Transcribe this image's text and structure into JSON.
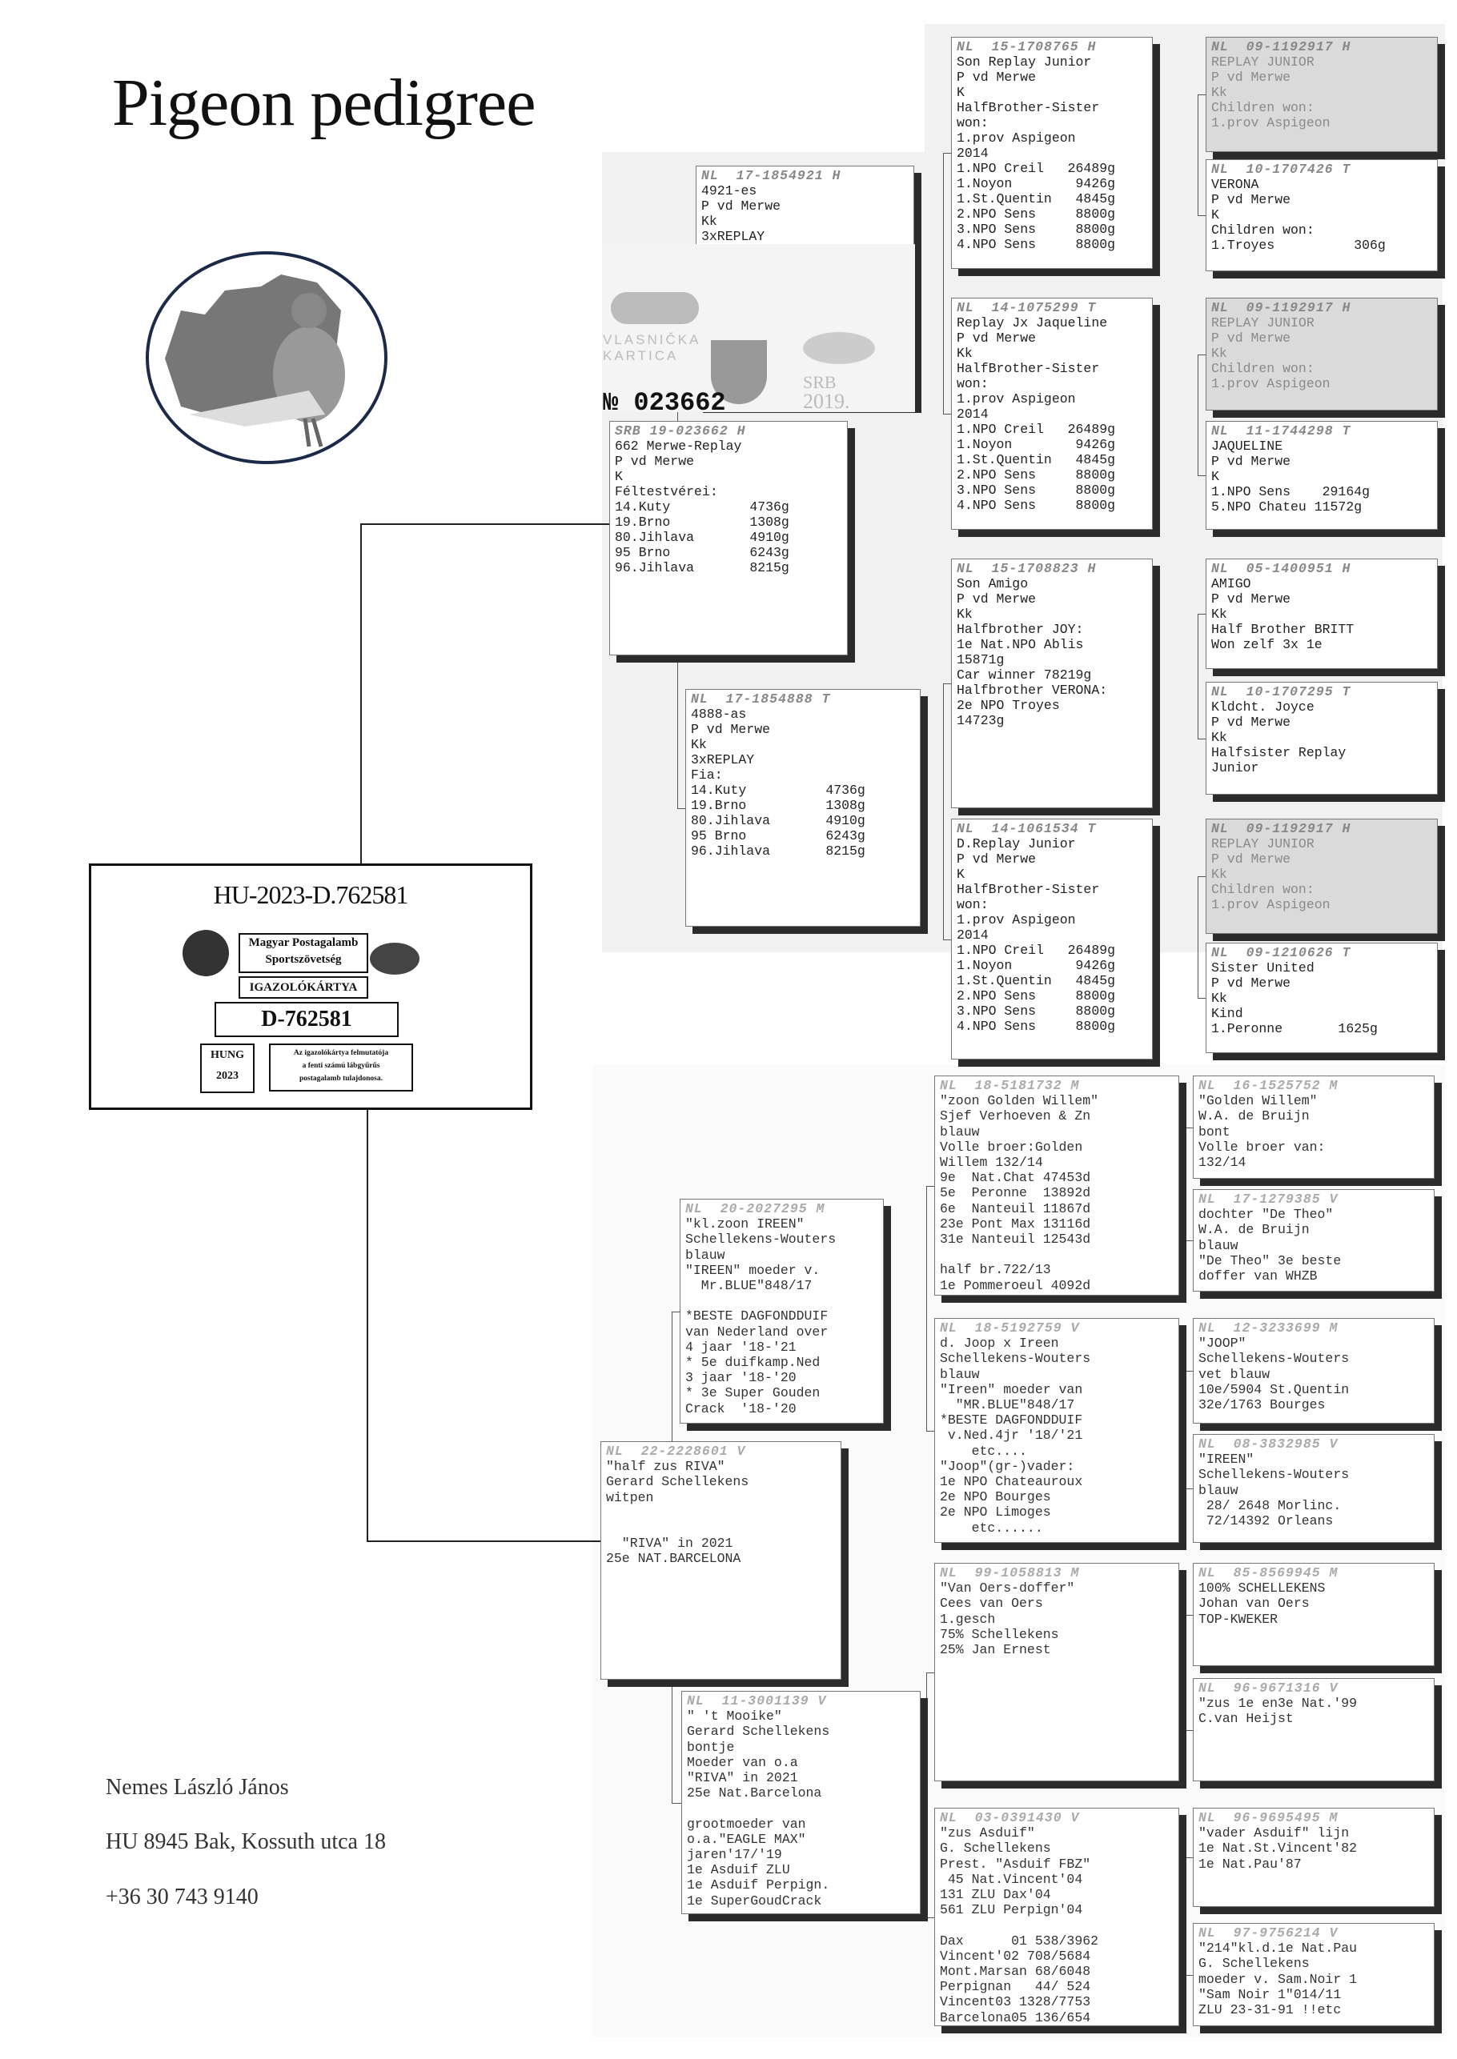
{
  "title": "Pigeon pedigree",
  "logo_icon": "pigeon-on-map-logo",
  "main_pigeon": {
    "ring": "HU-2023-D.762581",
    "card": {
      "org_line1": "Magyar Postagalamb",
      "org_line2": "Sportszövetség",
      "card_type": "IGAZOLÓKÁRTYA",
      "number": "D-762581",
      "country": "HUNG",
      "year": "2023",
      "note_line1": "Az igazolókártya felmutatója",
      "note_line2": "a fenti számú lábgyűrűs",
      "note_line3": "postagalamb tulajdonosa."
    }
  },
  "sire_card": {
    "number": "№ 023662",
    "country": "SRB",
    "year": "2019.",
    "label": "VLASNIČKA KARTICA"
  },
  "owner": {
    "name": "Nemes László János",
    "address": "HU 8945 Bak, Kossuth utca 18",
    "phone": "+36 30 743 9140"
  },
  "boxes": [
    {
      "id": "sire",
      "header": "SRB 19-023662 H",
      "lines": [
        "662 Merwe-Replay",
        "P vd Merwe",
        "K",
        "Féltestvérei:",
        "14.Kuty          4736g",
        "19.Brno          1308g",
        "80.Jihlava       4910g",
        "95 Brno          6243g",
        "96.Jihlava       8215g"
      ]
    },
    {
      "id": "ss",
      "header": "NL  17-1854921 H",
      "lines": [
        "4921-es",
        "P vd Merwe",
        "Kk",
        "3xREPLAY"
      ]
    },
    {
      "id": "sd",
      "header": "NL  17-1854888 T",
      "lines": [
        "4888-as",
        "P vd Merwe",
        "Kk",
        "3xREPLAY",
        "Fia:",
        "14.Kuty          4736g",
        "19.Brno          1308g",
        "80.Jihlava       4910g",
        "95 Brno          6243g",
        "96.Jihlava       8215g"
      ]
    },
    {
      "id": "sss",
      "header": "NL  15-1708765 H",
      "lines": [
        "Son Replay Junior",
        "P vd Merwe",
        "K",
        "HalfBrother-Sister",
        "won:",
        "1.prov Aspigeon",
        "2014",
        "1.NPO Creil   26489g",
        "1.Noyon        9426g",
        "1.St.Quentin   4845g",
        "2.NPO Sens     8800g",
        "3.NPO Sens     8800g",
        "4.NPO Sens     8800g"
      ]
    },
    {
      "id": "ssd",
      "header": "NL  14-1075299 T",
      "lines": [
        "Replay Jx Jaqueline",
        "P vd Merwe",
        "Kk",
        "HalfBrother-Sister",
        "won:",
        "1.prov Aspigeon",
        "2014",
        "1.NPO Creil   26489g",
        "1.Noyon        9426g",
        "1.St.Quentin   4845g",
        "2.NPO Sens     8800g",
        "3.NPO Sens     8800g",
        "4.NPO Sens     8800g"
      ]
    },
    {
      "id": "sds",
      "header": "NL  15-1708823 H",
      "lines": [
        "Son Amigo",
        "P vd Merwe",
        "Kk",
        "Halfbrother JOY:",
        "1e Nat.NPO Ablis",
        "15871g",
        "Car winner 78219g",
        "Halfbrother VERONA:",
        "2e NPO Troyes",
        "14723g"
      ]
    },
    {
      "id": "sdd",
      "header": "NL  14-1061534 T",
      "lines": [
        "D.Replay Junior",
        "P vd Merwe",
        "K",
        "HalfBrother-Sister",
        "won:",
        "1.prov Aspigeon",
        "2014",
        "1.NPO Creil   26489g",
        "1.Noyon        9426g",
        "1.St.Quentin   4845g",
        "2.NPO Sens     8800g",
        "3.NPO Sens     8800g",
        "4.NPO Sens     8800g"
      ]
    },
    {
      "id": "ssss",
      "grey": true,
      "header": "NL  09-1192917 H",
      "lines": [
        "REPLAY JUNIOR",
        "P vd Merwe",
        "Kk",
        "Children won:",
        "1.prov Aspigeon"
      ]
    },
    {
      "id": "sssd",
      "header": "NL  10-1707426 T",
      "lines": [
        "VERONA",
        "P vd Merwe",
        "K",
        "Children won:",
        "1.Troyes          306g"
      ]
    },
    {
      "id": "ssds",
      "grey": true,
      "header": "NL  09-1192917 H",
      "lines": [
        "REPLAY JUNIOR",
        "P vd Merwe",
        "Kk",
        "Children won:",
        "1.prov Aspigeon"
      ]
    },
    {
      "id": "ssdd",
      "header": "NL  11-1744298 T",
      "lines": [
        "JAQUELINE",
        "P vd Merwe",
        "K",
        "1.NPO Sens    29164g",
        "5.NPO Chateu 11572g"
      ]
    },
    {
      "id": "sdss",
      "header": "NL  05-1400951 H",
      "lines": [
        "AMIGO",
        "P vd Merwe",
        "Kk",
        "Half Brother BRITT",
        "Won zelf 3x 1e"
      ]
    },
    {
      "id": "sdsd",
      "header": "NL  10-1707295 T",
      "lines": [
        "Kldcht. Joyce",
        "P vd Merwe",
        "Kk",
        "Halfsister Replay",
        "Junior"
      ]
    },
    {
      "id": "sdds",
      "grey": true,
      "header": "NL  09-1192917 H",
      "lines": [
        "REPLAY JUNIOR",
        "P vd Merwe",
        "Kk",
        "Children won:",
        "1.prov Aspigeon"
      ]
    },
    {
      "id": "sddd",
      "header": "NL  09-1210626 T",
      "lines": [
        "Sister United",
        "P vd Merwe",
        "Kk",
        "Kind",
        "1.Peronne       1625g"
      ]
    },
    {
      "id": "dam",
      "bot": true,
      "header": "NL  22-2228601 V",
      "lines": [
        "\"half zus RIVA\"",
        "Gerard Schellekens",
        "witpen",
        "",
        "",
        "  \"RIVA\" in 2021",
        "25e NAT.BARCELONA"
      ]
    },
    {
      "id": "ds",
      "bot": true,
      "header": "NL  20-2027295 M",
      "lines": [
        "\"kl.zoon IREEN\"",
        "Schellekens-Wouters",
        "blauw",
        "\"IREEN\" moeder v.",
        "  Mr.BLUE\"848/17",
        "",
        "*BESTE DAGFONDDUIF",
        "van Nederland over",
        "4 jaar '18-'21",
        "* 5e duifkamp.Ned",
        "3 jaar '18-'20",
        "* 3e Super Gouden",
        "Crack  '18-'20"
      ]
    },
    {
      "id": "dd",
      "bot": true,
      "header": "NL  11-3001139 V",
      "lines": [
        "\" 't Mooike\"",
        "Gerard Schellekens",
        "bontje",
        "Moeder van o.a",
        "\"RIVA\" in 2021",
        "25e Nat.Barcelona",
        "",
        "grootmoeder van",
        "o.a.\"EAGLE MAX\"",
        "jaren'17/'19",
        "1e Asduif ZLU",
        "1e Asduif Perpign.",
        "1e SuperGoudCrack"
      ]
    },
    {
      "id": "dss",
      "bot": true,
      "header": "NL  18-5181732 M",
      "lines": [
        "\"zoon Golden Willem\"",
        "Sjef Verhoeven & Zn",
        "blauw",
        "Volle broer:Golden",
        "Willem 132/14",
        "9e  Nat.Chat 47453d",
        "5e  Peronne  13892d",
        "6e  Nanteuil 11867d",
        "23e Pont Max 13116d",
        "31e Nanteuil 12543d",
        "",
        "half br.722/13",
        "1e Pommeroeul 4092d"
      ]
    },
    {
      "id": "dsd",
      "bot": true,
      "header": "NL  18-5192759 V",
      "lines": [
        "d. Joop x Ireen",
        "Schellekens-Wouters",
        "blauw",
        "\"Ireen\" moeder van",
        "  \"MR.BLUE\"848/17",
        "*BESTE DAGFONDDUIF",
        " v.Ned.4jr '18/'21",
        "    etc....",
        "\"Joop\"(gr-)vader:",
        "1e NPO Chateauroux",
        "2e NPO Bourges",
        "2e NPO Limoges",
        "    etc......"
      ]
    },
    {
      "id": "dds",
      "bot": true,
      "header": "NL  99-1058813 M",
      "lines": [
        "\"Van Oers-doffer\"",
        "Cees van Oers",
        "1.gesch",
        "75% Schellekens",
        "25% Jan Ernest"
      ]
    },
    {
      "id": "ddd",
      "bot": true,
      "header": "NL  03-0391430 V",
      "lines": [
        "\"zus Asduif\"",
        "G. Schellekens",
        "Prest. \"Asduif FBZ\"",
        " 45 Nat.Vincent'04",
        "131 ZLU Dax'04",
        "561 ZLU Perpign'04",
        "",
        "Dax      01 538/3962",
        "Vincent'02 708/5684",
        "Mont.Marsan 68/6048",
        "Perpignan   44/ 524",
        "Vincent03 1328/7753",
        "Barcelona05 136/654"
      ]
    },
    {
      "id": "dsss",
      "bot": true,
      "header": "NL  16-1525752 M",
      "lines": [
        "\"Golden Willem\"",
        "W.A. de Bruijn",
        "bont",
        "Volle broer van:",
        "132/14"
      ]
    },
    {
      "id": "dssd",
      "bot": true,
      "header": "NL  17-1279385 V",
      "lines": [
        "dochter \"De Theo\"",
        "W.A. de Bruijn",
        "blauw",
        "\"De Theo\" 3e beste",
        "doffer van WHZB"
      ]
    },
    {
      "id": "dsds",
      "bot": true,
      "header": "NL  12-3233699 M",
      "lines": [
        "\"JOOP\"",
        "Schellekens-Wouters",
        "vet blauw",
        "10e/5904 St.Quentin",
        "32e/1763 Bourges"
      ]
    },
    {
      "id": "dsdd",
      "bot": true,
      "header": "NL  08-3832985 V",
      "lines": [
        "\"IREEN\"",
        "Schellekens-Wouters",
        "blauw",
        " 28/ 2648 Morlinc.",
        " 72/14392 Orleans"
      ]
    },
    {
      "id": "ddss",
      "bot": true,
      "header": "NL  85-8569945 M",
      "lines": [
        "100% SCHELLEKENS",
        "Johan van Oers",
        "TOP-KWEKER"
      ]
    },
    {
      "id": "ddsd",
      "bot": true,
      "header": "NL  96-9671316 V",
      "lines": [
        "\"zus 1e en3e Nat.'99",
        "C.van Heijst"
      ]
    },
    {
      "id": "ddds",
      "bot": true,
      "header": "NL  96-9695495 M",
      "lines": [
        "\"vader Asduif\" lijn",
        "1e Nat.St.Vincent'82",
        "1e Nat.Pau'87"
      ]
    },
    {
      "id": "dddd",
      "bot": true,
      "header": "NL  97-9756214 V",
      "lines": [
        "\"214\"kl.d.1e Nat.Pau",
        "G. Schellekens",
        "moeder v. Sam.Noir 1",
        "\"Sam Noir 1\"014/11",
        "ZLU 23-31-91 !!etc"
      ]
    }
  ]
}
